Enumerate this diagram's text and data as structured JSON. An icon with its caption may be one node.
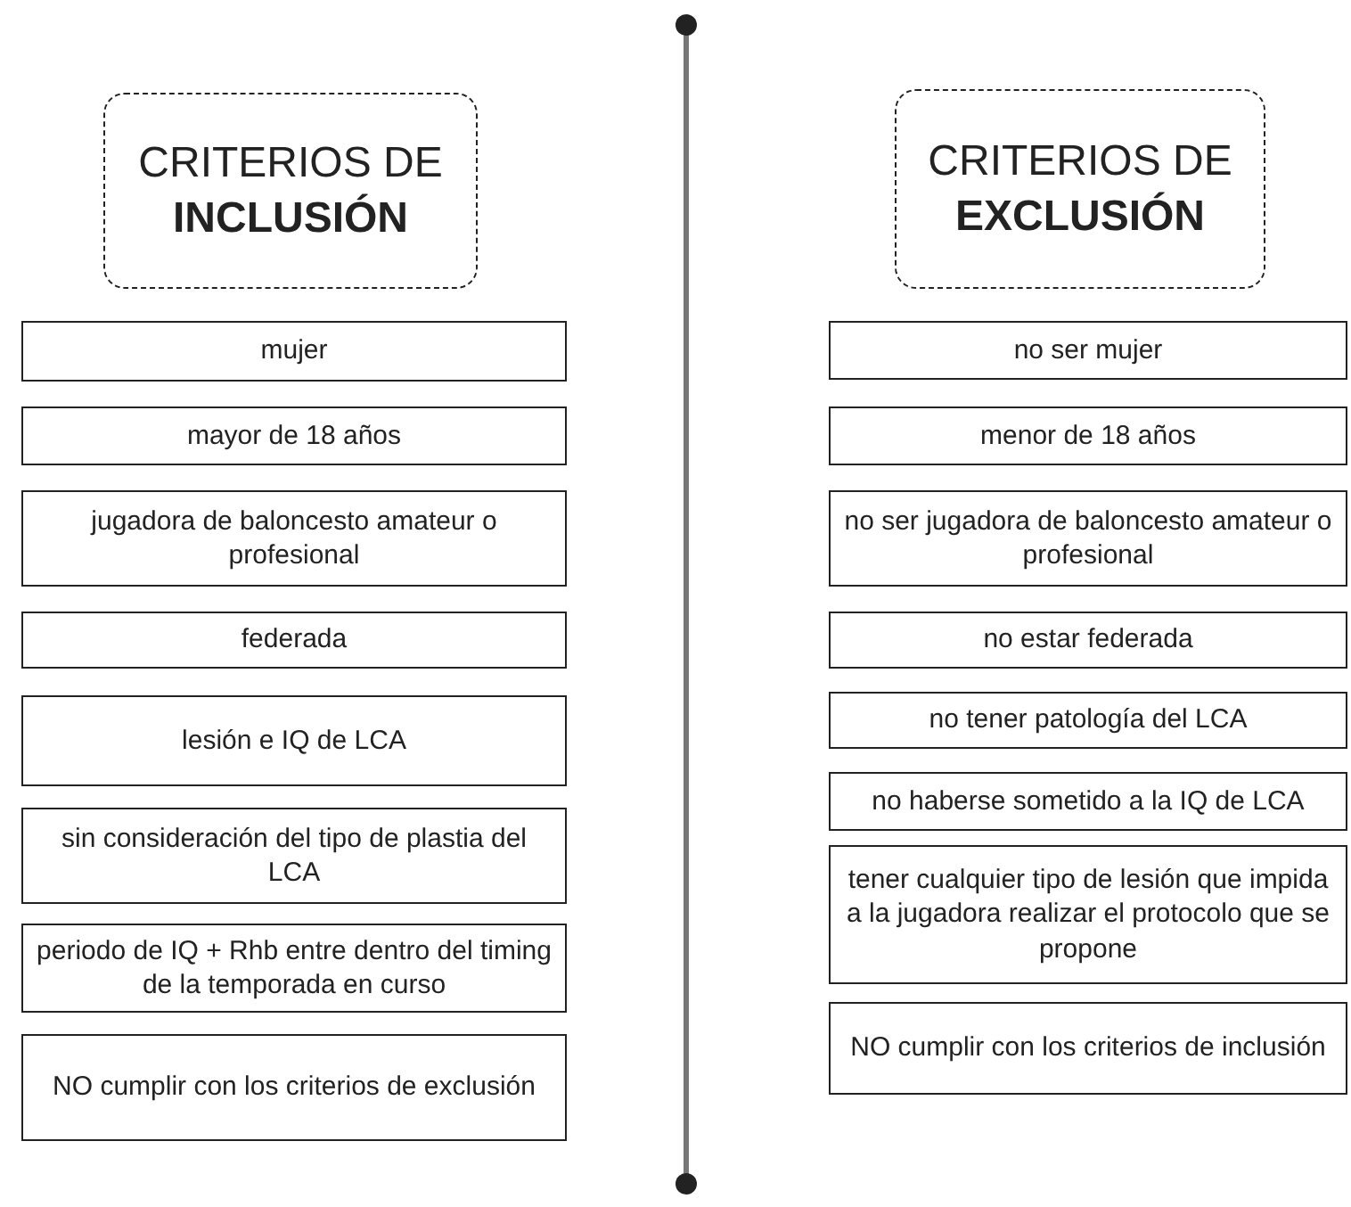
{
  "diagram": {
    "nodes": [
      {
        "text": [
          "CRITERIOS DE **INCLUSIÓN**"
        ]
      },
      {
        "text": [
          "mujer"
        ]
      },
      {
        "text": [
          "mayor de 18 años"
        ]
      },
      {
        "text": [
          "jugadora de baloncesto amateur o profesional"
        ]
      },
      {
        "text": [
          "federada"
        ]
      },
      {
        "text": [
          "lesión e IQ de LCA"
        ]
      },
      {
        "text": [
          "sin consideración del tipo de plastia del LCA"
        ]
      },
      {
        "text": [
          "periodo de IQ + Rhb entre dentro del timing de la temporada en curso"
        ]
      },
      {
        "text": [
          "NO cumplir con los criterios de exclusión"
        ]
      },
      {
        "text": [
          "CRITERIOS DE **EXCLUSIÓN**"
        ]
      },
      {
        "text": [
          "no ser mujer"
        ]
      },
      {
        "text": [
          "menor de 18 años"
        ]
      },
      {
        "text": [
          "no ser jugadora de baloncesto amateur o profesional"
        ]
      },
      {
        "text": [
          "no estar federada"
        ]
      },
      {
        "text": [
          "no tener patología del LCA"
        ]
      },
      {
        "text": [
          "no haberse sometido a la IQ de LCA"
        ]
      },
      {
        "text": [
          "tener cualquier tipo de lesión que impida a la jugadora realizar el protocolo que se propone"
        ]
      },
      {
        "text": [
          "NO cumplir con los criterios de inclusión"
        ]
      }
    ]
  }
}
